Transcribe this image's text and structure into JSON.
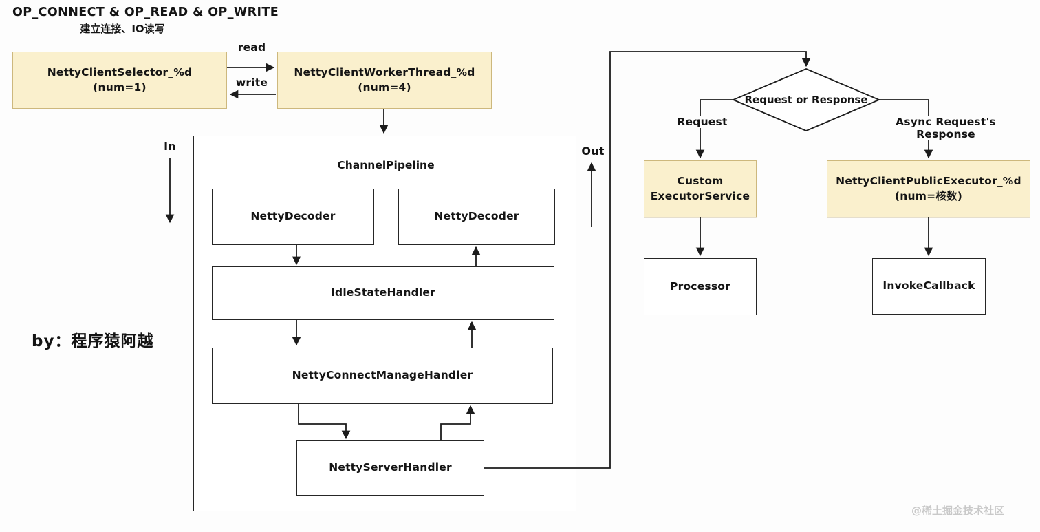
{
  "header": {
    "title": "OP_CONNECT & OP_READ & OP_WRITE",
    "subtitle": "建立连接、IO读写"
  },
  "nodes": {
    "selector_line1": "NettyClientSelector_%d",
    "selector_line2": "(num=1)",
    "worker_line1": "NettyClientWorkerThread_%d",
    "worker_line2": "(num=4)",
    "pipeline_title": "ChannelPipeline",
    "decoder_left": "NettyDecoder",
    "decoder_right": "NettyDecoder",
    "idle": "IdleStateHandler",
    "connect_manage": "NettyConnectManageHandler",
    "server_handler": "NettyServerHandler",
    "decision": "Request or Response",
    "custom_executor_line1": "Custom",
    "custom_executor_line2": "ExecutorService",
    "public_executor_line1": "NettyClientPublicExecutor_%d",
    "public_executor_line2": "(num=核数)",
    "processor": "Processor",
    "invoke_callback": "InvokeCallback"
  },
  "edges": {
    "read": "read",
    "write": "write",
    "in": "In",
    "out": "Out",
    "request": "Request",
    "async_line1": "Async Request's",
    "async_line2": "Response"
  },
  "colors": {
    "highlight_fill": "#FAF0CD",
    "highlight_border": "#CDB87D",
    "line": "#1C1C1C",
    "watermark": "#C9C9C9"
  },
  "footer": {
    "author": "by：程序猿阿越",
    "watermark": "@稀土掘金技术社区"
  }
}
